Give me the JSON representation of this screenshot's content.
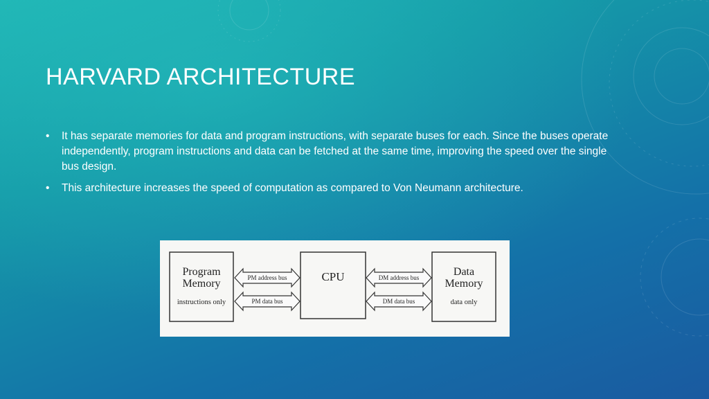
{
  "slide": {
    "title": "HARVARD ARCHITECTURE",
    "bullet_glyph": "•",
    "bullets": [
      "It has separate memories for data and program instructions, with separate buses for each. Since the buses operate independently, program instructions and data can be fetched at the same time, improving the speed over the single bus design.",
      "This architecture increases the speed of computation as compared to Von Neumann architecture."
    ]
  },
  "diagram": {
    "program_memory": {
      "title_line1": "Program",
      "title_line2": "Memory",
      "subtitle": "instructions only"
    },
    "cpu_label": "CPU",
    "data_memory": {
      "title_line1": "Data",
      "title_line2": "Memory",
      "subtitle": "data only"
    },
    "pm_address_bus": "PM address bus",
    "pm_data_bus": "PM data bus",
    "dm_address_bus": "DM address bus",
    "dm_data_bus": "DM data bus"
  }
}
